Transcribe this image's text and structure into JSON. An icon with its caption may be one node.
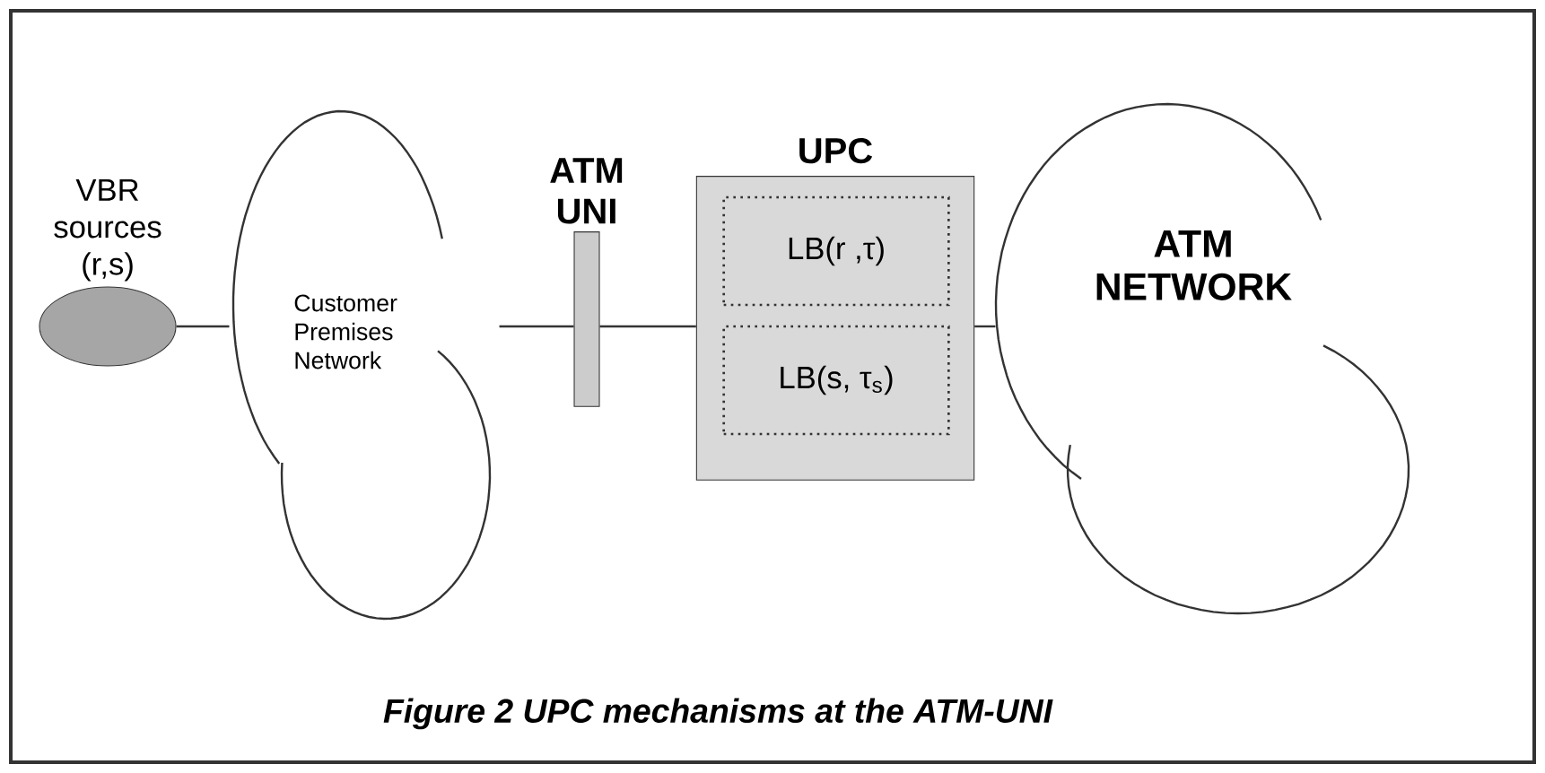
{
  "diagram": {
    "caption": "Figure 2  UPC mechanisms at the ATM-UNI",
    "nodes": [
      {
        "text": [
          "VBR sources (r,s)"
        ]
      },
      {
        "text": [
          "Customer Premises Network"
        ]
      },
      {
        "text": [
          "ATM UNI"
        ]
      },
      {
        "text": [
          "UPC"
        ]
      },
      {
        "text": [
          "LB(r ,τ)"
        ],
        "in": 3
      },
      {
        "text": [
          "LB(s, τ$_{s}$)"
        ],
        "in": 3
      },
      {
        "text": [
          "ATM NETWORK"
        ]
      }
    ],
    "edges": [
      {
        "from": 0,
        "to": 1,
        "arrow": "none"
      },
      {
        "from": 1,
        "to": 2,
        "arrow": "none"
      },
      {
        "from": 2,
        "to": 3,
        "arrow": "none"
      },
      {
        "from": 3,
        "to": 6,
        "arrow": "none"
      }
    ]
  }
}
